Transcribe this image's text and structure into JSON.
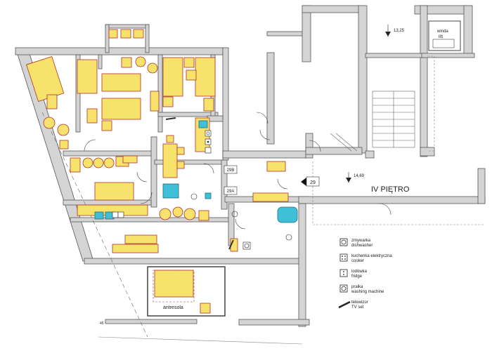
{
  "floor_label": "IV PIĘTRO",
  "elevations": {
    "upper": "13,25",
    "lower": "14,69"
  },
  "unit_label": "29",
  "lift_label": "winda\nlift",
  "room_numbers": {
    "a": "29B",
    "b": "29A"
  },
  "mezzanine_label": "antresola",
  "corner_mark": "45",
  "legend": [
    {
      "icon": "dishwasher-icon",
      "pl": "zmywarka",
      "en": "dishwasher"
    },
    {
      "icon": "cooker-icon",
      "pl": "kuchenka elektryczna",
      "en": "cooker"
    },
    {
      "icon": "fridge-icon",
      "pl": "lodówka",
      "en": "fridge"
    },
    {
      "icon": "washing-machine-icon",
      "pl": "pralka",
      "en": "washing machine"
    },
    {
      "icon": "tv-set-icon",
      "pl": "telewizor",
      "en": "TV set"
    }
  ],
  "colors": {
    "wall": "#d4d4d4",
    "wall_edge": "#555555",
    "furniture": "#f7e36b",
    "furniture_edge": "#b0302a",
    "sanitary": "#40c0d8"
  }
}
